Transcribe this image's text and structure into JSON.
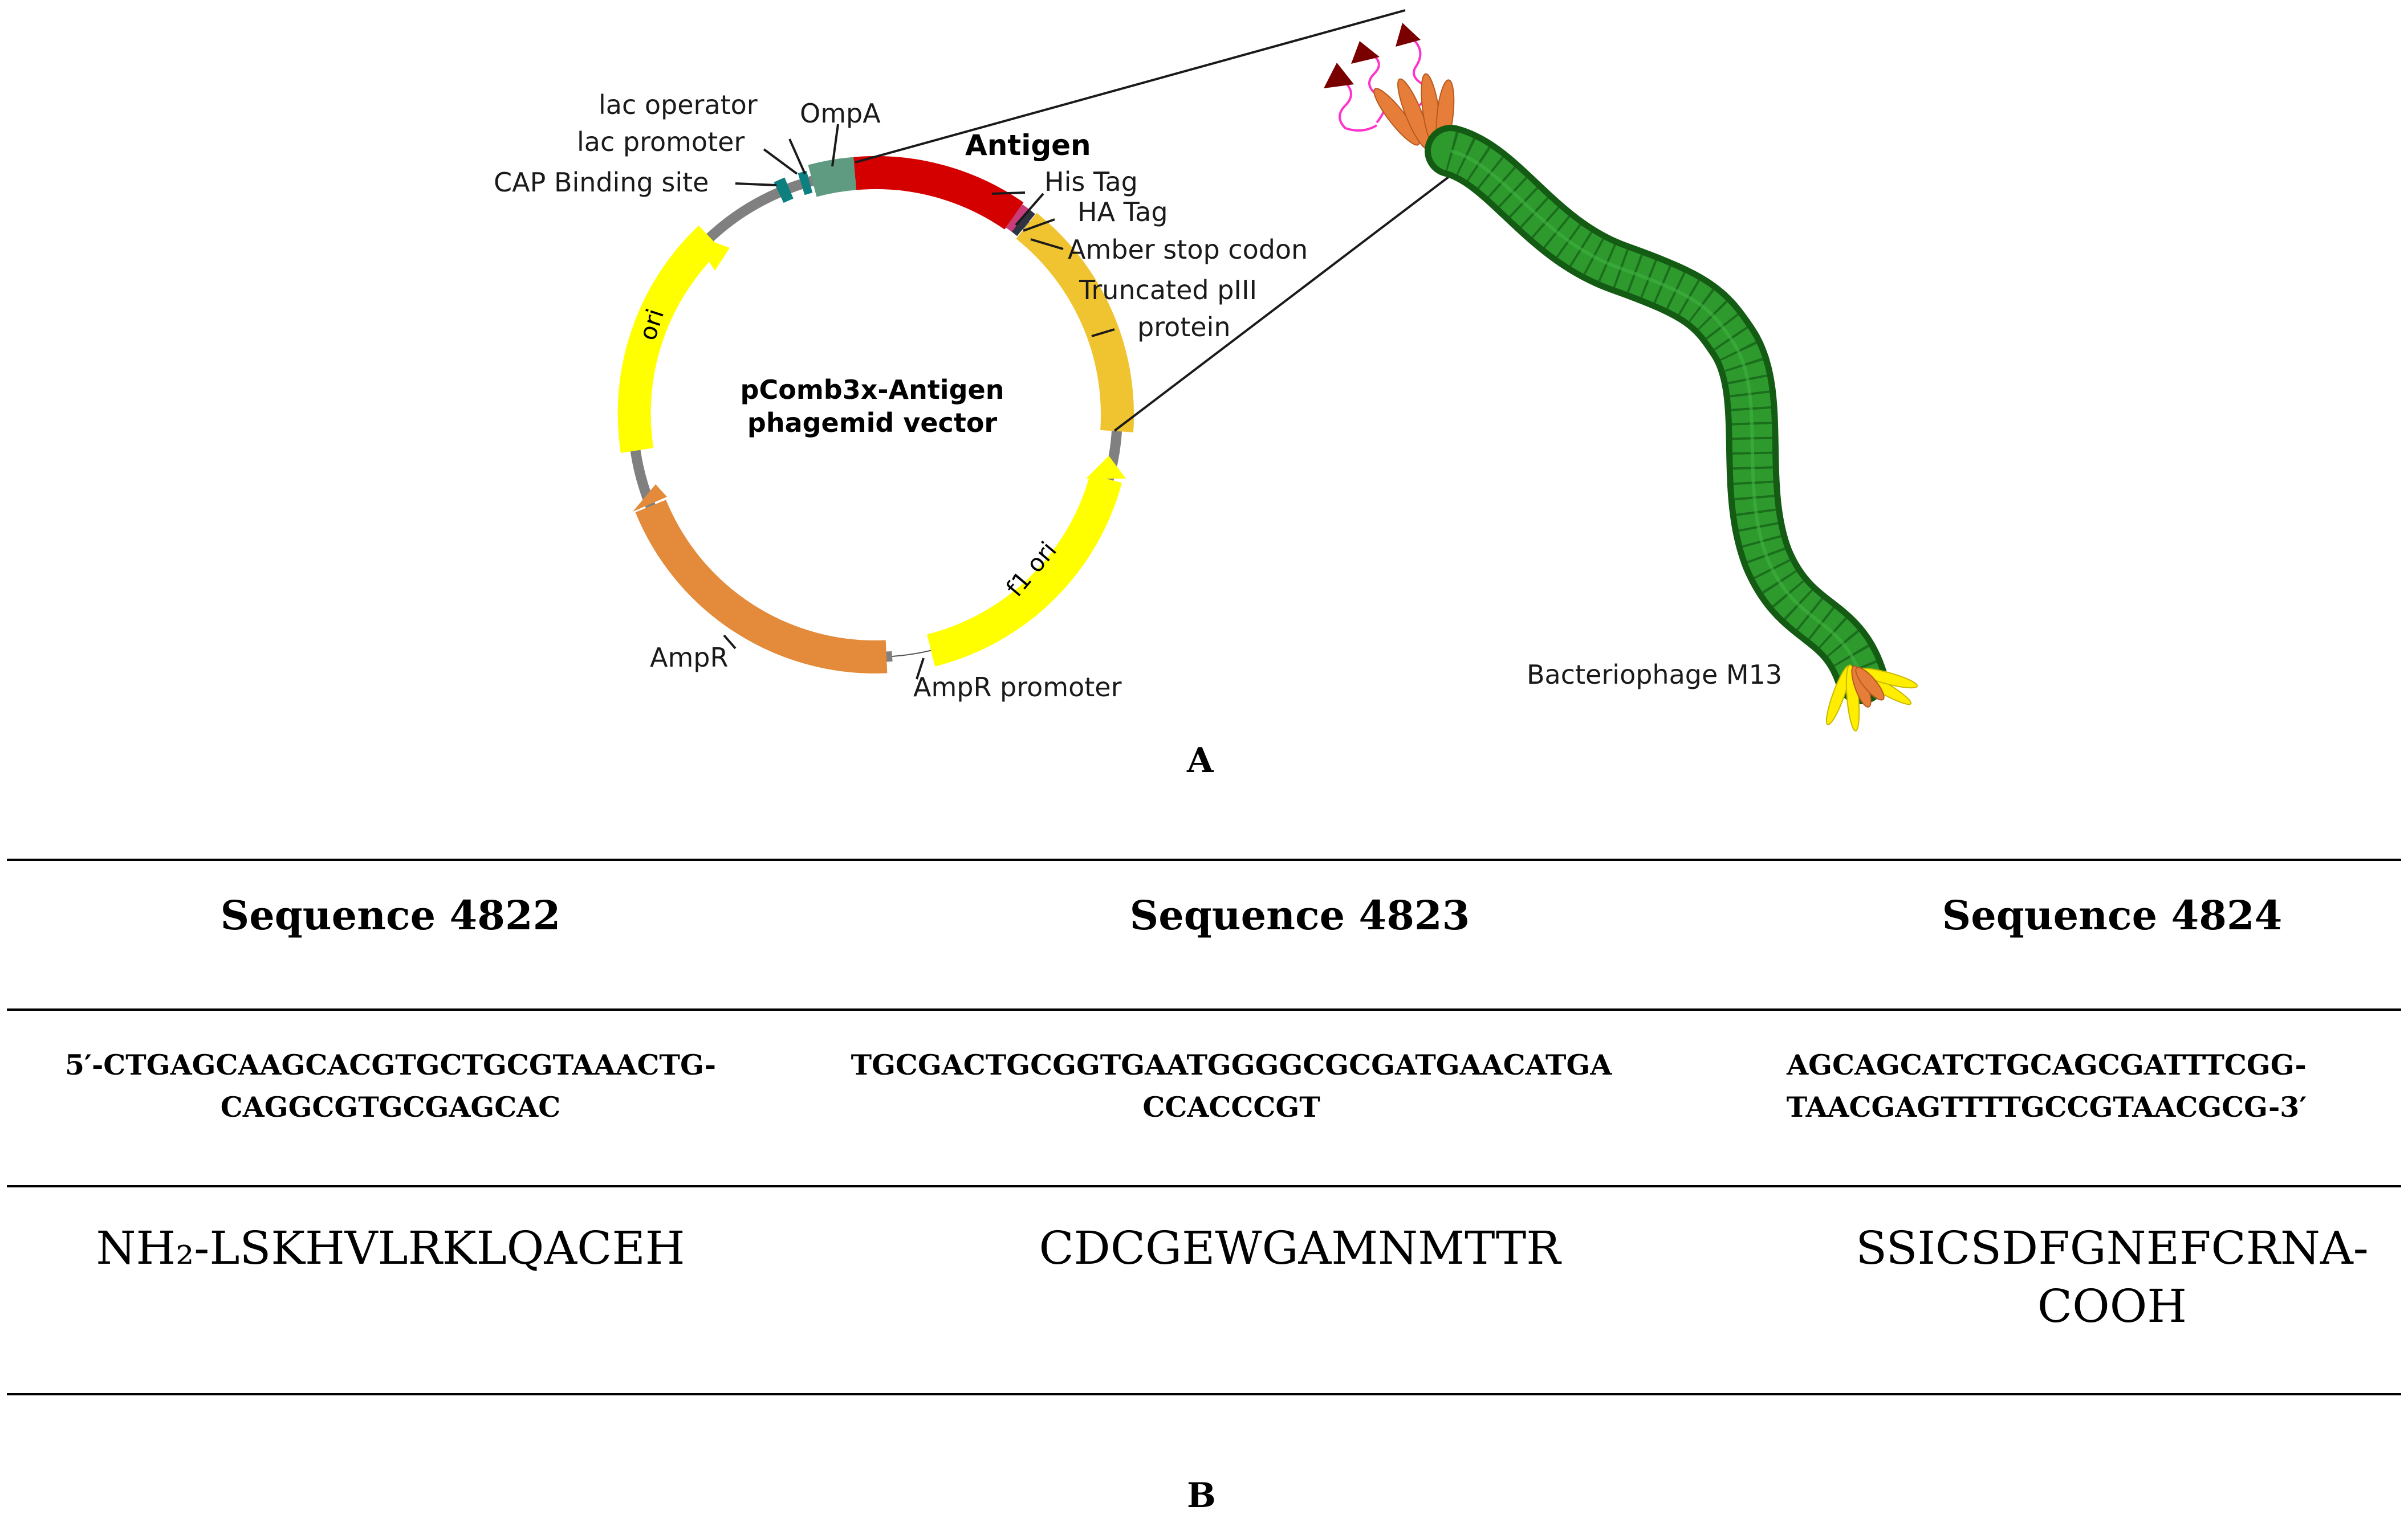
{
  "panel_a": {
    "label": "A",
    "vector_title_line1": "pComb3x-Antigen",
    "vector_title_line2": "phagemid vector",
    "features": {
      "lac_operator": "lac operator",
      "ompa": "OmpA",
      "lac_promoter": "lac promoter",
      "antigen": "Antigen",
      "cap_binding_site": "CAP Binding site",
      "his_tag": "His Tag",
      "ha_tag": "HA Tag",
      "amber_stop_codon": "Amber stop codon",
      "truncated_piii_line1": "Truncated pIII",
      "truncated_piii_line2": "protein",
      "ori": "ori",
      "f1_ori": "f1 ori",
      "ampr": "AmpR",
      "ampr_promoter": "AmpR promoter"
    },
    "phage_label": "Bacteriophage M13",
    "colors": {
      "antigen": "#d40000",
      "ompa": "#5f9b80",
      "cap_site": "#0e7f7f",
      "piii": "#f0c330",
      "ori": "#ffff00",
      "ampr": "#e38b3a",
      "backbone": "#808080",
      "phage_body": "#1f7f1f",
      "phage_body_light": "#2ea02e",
      "tip_arrow": "#7a0000",
      "linker": "#ff33cc"
    }
  },
  "panel_b": {
    "label": "B",
    "sequences": [
      {
        "header": "Sequence 4822",
        "dna": "5′-CTGAGCAAGCACGTGCTGCGTAAACTG-\nCAGGCGTGCGAGCAC",
        "peptide": "NH₂-LSKHVLRKLQACEH"
      },
      {
        "header": "Sequence 4823",
        "dna": "TGCGACTGCGGTGAATGGGGCGCGATGAACATGA\nCCACCCGT",
        "peptide": "CDCGEWGAMNMTTR"
      },
      {
        "header": "Sequence 4824",
        "dna": "AGCAGCATCTGCAGCGATTTCGG-\nTAACGAGTTTTGCCGTAACGCG-3′",
        "peptide": "SSICSDFGNEFCRNA-\nCOOH"
      }
    ]
  }
}
